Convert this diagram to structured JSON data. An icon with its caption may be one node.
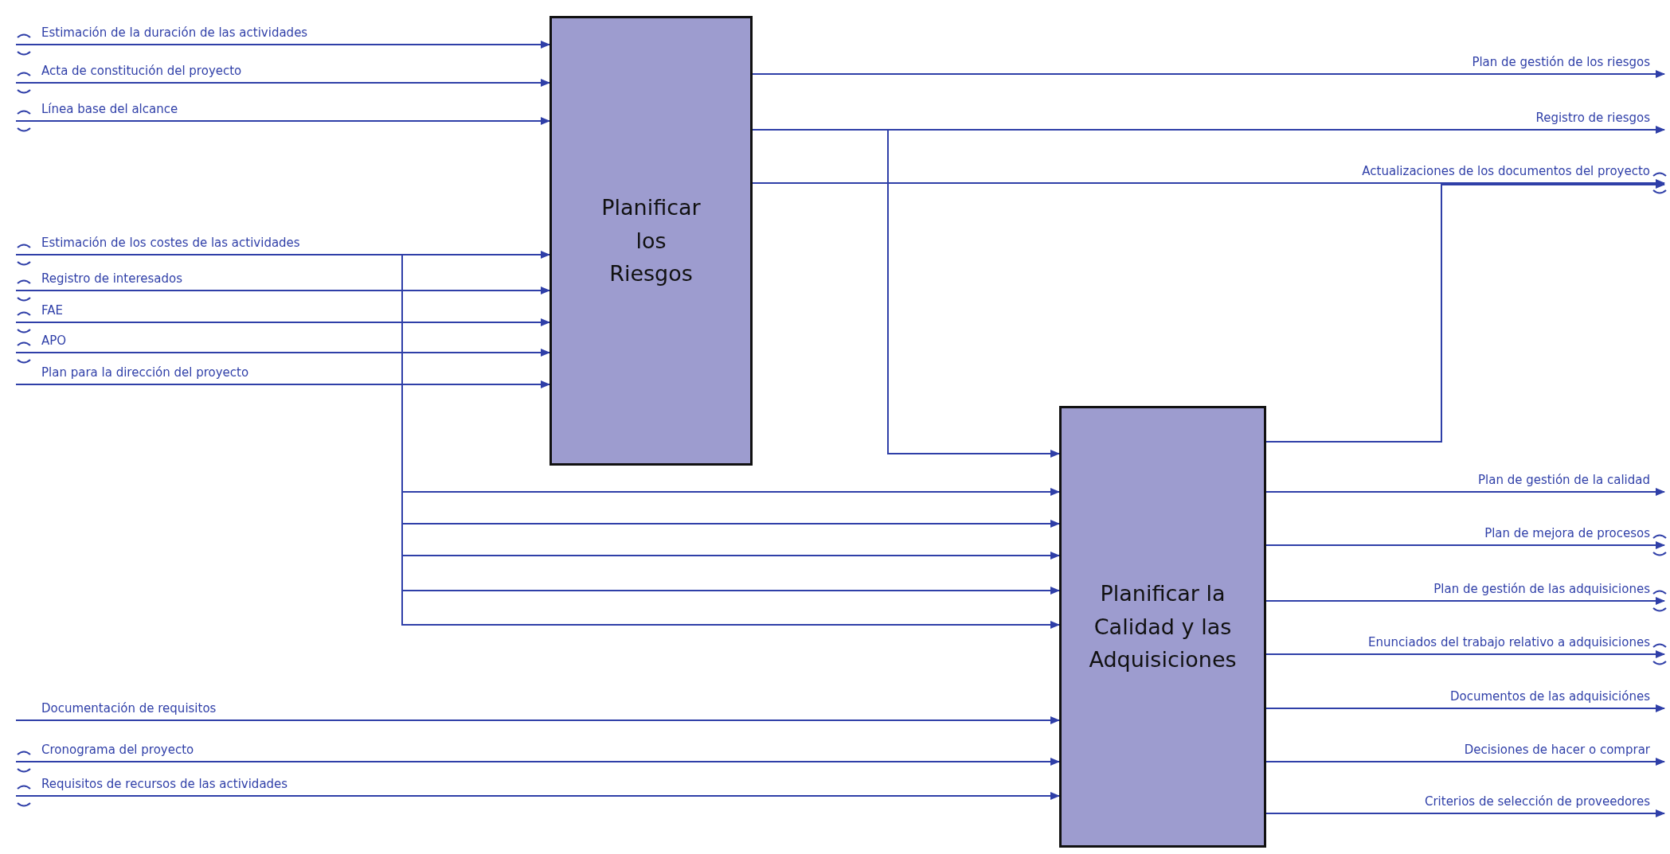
{
  "diagram": {
    "nodes": [
      {
        "text": [
          "Planificar los Riesgos"
        ]
      },
      {
        "text": [
          "Planificar la Calidad y las Adquisiciones"
        ]
      }
    ],
    "edges": [
      {
        "from": null,
        "to": 0,
        "arrow": "to",
        "label": "Estimación de la duración de las actividades"
      },
      {
        "from": null,
        "to": 0,
        "arrow": "to",
        "label": "Acta de constitución del proyecto"
      },
      {
        "from": null,
        "to": 0,
        "arrow": "to",
        "label": "Línea base del alcance"
      },
      {
        "from": null,
        "to": 0,
        "arrow": "to",
        "label": "Estimación de los costes de las actividades"
      },
      {
        "from": null,
        "to": 0,
        "arrow": "to",
        "label": "Registro de interesados"
      },
      {
        "from": null,
        "to": 0,
        "arrow": "to",
        "label": "FAE"
      },
      {
        "from": null,
        "to": 0,
        "arrow": "to",
        "label": "APO"
      },
      {
        "from": null,
        "to": 0,
        "arrow": "to",
        "label": "Plan para la dirección del proyecto"
      },
      {
        "from": null,
        "to": 1,
        "arrow": "to"
      },
      {
        "from": null,
        "to": 1,
        "arrow": "to"
      },
      {
        "from": null,
        "to": 1,
        "arrow": "to"
      },
      {
        "from": null,
        "to": 1,
        "arrow": "to"
      },
      {
        "from": null,
        "to": 1,
        "arrow": "to"
      },
      {
        "from": null,
        "to": 1,
        "arrow": "to",
        "label": "Documentación de requisitos"
      },
      {
        "from": null,
        "to": 1,
        "arrow": "to",
        "label": "Cronograma del proyecto"
      },
      {
        "from": null,
        "to": 1,
        "arrow": "to",
        "label": "Requisitos de recursos de las actividades"
      },
      {
        "from": 0,
        "to": null,
        "arrow": "to",
        "label": "Plan de gestión de los riesgos"
      },
      {
        "from": 0,
        "to": null,
        "arrow": "to",
        "label": "Registro de riesgos"
      },
      {
        "from": 0,
        "to": 1,
        "arrow": "to"
      },
      {
        "from": 0,
        "to": null,
        "arrow": "to",
        "label": "Actualizaciones de los documentos del proyecto"
      },
      {
        "from": 1,
        "to": null,
        "arrow": "to"
      },
      {
        "from": 1,
        "to": null,
        "arrow": "to",
        "label": "Plan de gestión de la calidad"
      },
      {
        "from": 1,
        "to": null,
        "arrow": "to",
        "label": "Plan de mejora de procesos"
      },
      {
        "from": 1,
        "to": null,
        "arrow": "to",
        "label": "Plan de gestión de las adquisiciones"
      },
      {
        "from": 1,
        "to": null,
        "arrow": "to",
        "label": "Enunciados del trabajo relativo a adquisiciones"
      },
      {
        "from": 1,
        "to": null,
        "arrow": "to",
        "label": "Documentos de las adquisiciónes"
      },
      {
        "from": 1,
        "to": null,
        "arrow": "to",
        "label": "Decisiones de hacer o comprar"
      },
      {
        "from": 1,
        "to": null,
        "arrow": "to",
        "label": "Criterios de selección de proveedores"
      }
    ]
  }
}
